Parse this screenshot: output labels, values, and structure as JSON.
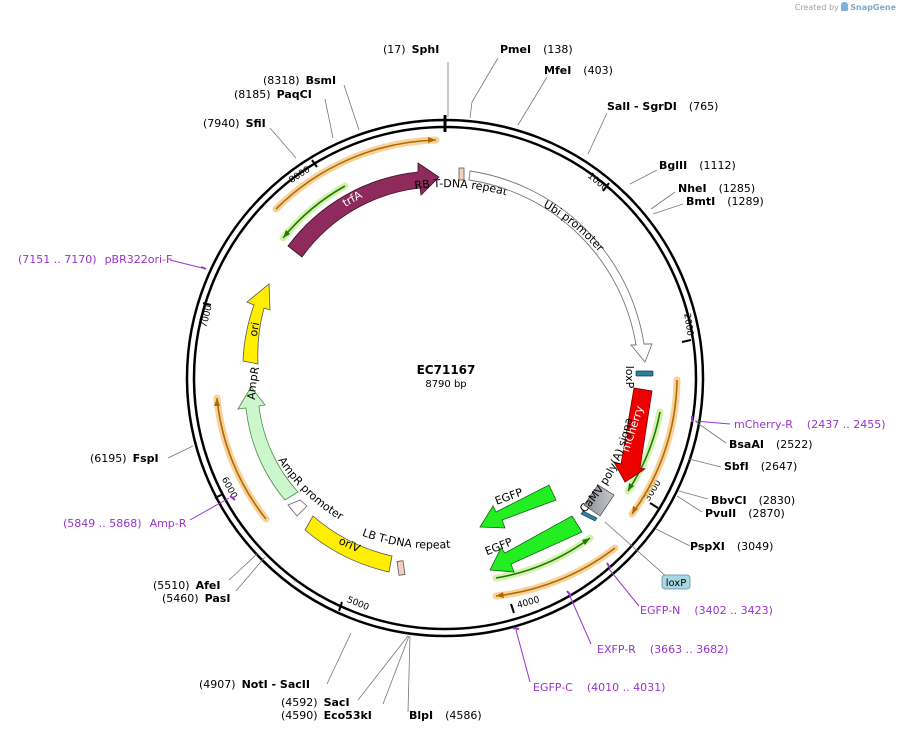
{
  "credit": {
    "prefix": "Created by",
    "brand": "SnapGene"
  },
  "plasmid": {
    "name": "EC71167",
    "length": "8790 bp"
  },
  "ruler": [
    "1000",
    "2000",
    "3000",
    "4000",
    "5000",
    "6000",
    "7000",
    "8000"
  ],
  "sites": [
    {
      "pos": "(17)",
      "name": "SphI"
    },
    {
      "pos": "(138)",
      "name": "PmeI"
    },
    {
      "pos": "(403)",
      "name": "MfeI"
    },
    {
      "pos": "(765)",
      "name": "SalI  - SgrDI"
    },
    {
      "pos": "(1112)",
      "name": "BglII"
    },
    {
      "pos": "(1285)",
      "name": "NheI"
    },
    {
      "pos": "(1289)",
      "name": "BmtI"
    },
    {
      "pos": "(2522)",
      "name": "BsaAI"
    },
    {
      "pos": "(2647)",
      "name": "SbfI"
    },
    {
      "pos": "(2830)",
      "name": "BbvCI"
    },
    {
      "pos": "(2870)",
      "name": "PvuII"
    },
    {
      "pos": "(3049)",
      "name": "PspXI"
    },
    {
      "pos": "(4586)",
      "name": "BlpI"
    },
    {
      "pos": "(4590)",
      "name": "Eco53kI"
    },
    {
      "pos": "(4592)",
      "name": "SacI"
    },
    {
      "pos": "(4907)",
      "name": "NotI  - SacII"
    },
    {
      "pos": "(5460)",
      "name": "PasI"
    },
    {
      "pos": "(5510)",
      "name": "AfeI"
    },
    {
      "pos": "(6195)",
      "name": "FspI"
    },
    {
      "pos": "(7940)",
      "name": "SfiI"
    },
    {
      "pos": "(8185)",
      "name": "PaqCI"
    },
    {
      "pos": "(8318)",
      "name": "BsmI"
    }
  ],
  "primers": [
    {
      "name": "mCherry-R",
      "range": "(2437 .. 2455)"
    },
    {
      "name": "EGFP-N",
      "range": "(3402 .. 3423)"
    },
    {
      "name": "EXFP-R",
      "range": "(3663 .. 3682)"
    },
    {
      "name": "EGFP-C",
      "range": "(4010 .. 4031)"
    },
    {
      "name": "Amp-R",
      "range": "(5849 .. 5868)"
    },
    {
      "name": "pBR322ori-F",
      "range": "(7151 .. 7170)"
    }
  ],
  "features": {
    "trfA": "trfA",
    "rb": "RB T-DNA repeat",
    "ubi": "Ubi promoter",
    "loxp_top": "loxP",
    "mcherry": "mCherry",
    "cav": "CaMV poly(A) signal",
    "egfp1": "EGFP",
    "egfp2": "EGFP",
    "loxp_box": "loxP",
    "lb": "LB T-DNA repeat",
    "oriv": "oriV",
    "ampr_prom": "AmpR promoter",
    "ampr": "AmpR",
    "ori": "ori"
  },
  "colors": {
    "trfA": "#8e2b5c",
    "mcherry": "#ee0000",
    "egfp": "#22ee22",
    "ori": "#ffee00",
    "oriv": "#ffee00",
    "ampr": "#ccf7cc",
    "primer": "#9933cc",
    "loxp": "#2c7f9c",
    "cav": "#a0a0a8"
  }
}
